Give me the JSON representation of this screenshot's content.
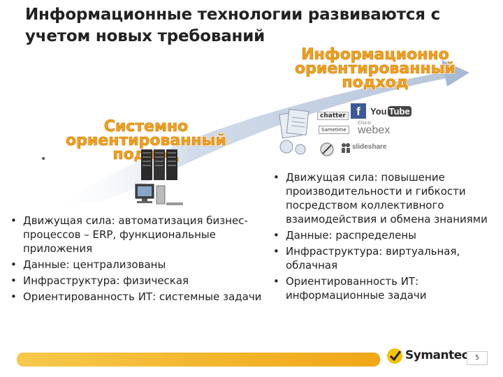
{
  "slide": {
    "title": "Информационные технологии развиваются с учетом новых требований",
    "approach_info": [
      "Информационно",
      "ориентированный",
      "подход"
    ],
    "approach_system": [
      "Системно",
      "ориентированный",
      "подход"
    ],
    "left_bullets": [
      "Движущая сила: автоматизация бизнес-процессов – ERP, функциональные приложения",
      "Данные: централизованы",
      "Инфраструктура: физическая",
      "Ориентированность ИТ: системные задачи"
    ],
    "right_bullets": [
      "Движущая сила: повышение производительности и гибкости посредством коллективного взаимодействия и обмена знаниями",
      "Данные: распределены",
      "Инфраструктура: виртуальная, облачная",
      "Ориентированность ИТ: информационные задачи"
    ],
    "page_number": "5",
    "stray_bullet": "•"
  },
  "logos": {
    "chatter": "chatter",
    "youtube_you": "You",
    "youtube_tube": "Tube",
    "facebook": "f",
    "cisco": "Cisco",
    "webex": "webex",
    "slideshare": "slideshare",
    "sametime": "Sametime",
    "symantec": "Symantec."
  },
  "colors": {
    "accent_orange": "#f0a020",
    "arc_blue": "#9fb3cf",
    "footer_yellow": "#f2b51a",
    "symantec_yellow": "#f6c300"
  }
}
